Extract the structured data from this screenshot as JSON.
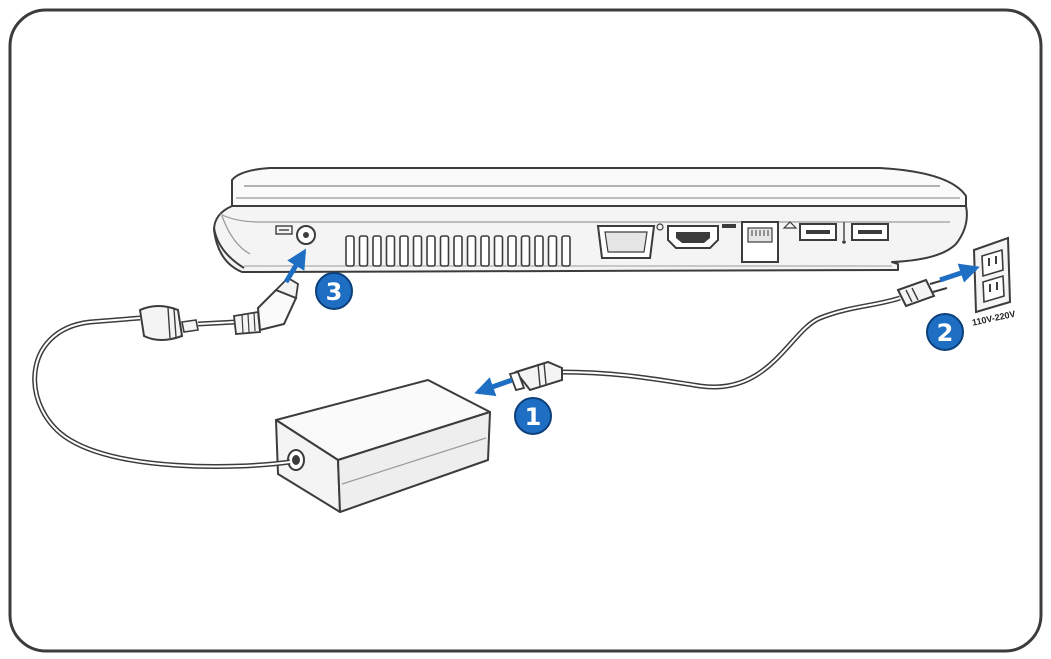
{
  "colors": {
    "line": "#3c3c3c",
    "light_line": "#9a9a9a",
    "fill_light": "#f4f4f4",
    "fill_mid": "#e6e6e6",
    "accent": "#1e6fc4",
    "accent_dark": "#0d3f7a"
  },
  "steps": [
    {
      "number": "1",
      "meaning": "plug-power-cord-into-adapter"
    },
    {
      "number": "2",
      "meaning": "plug-power-cord-into-wall-outlet"
    },
    {
      "number": "3",
      "meaning": "plug-dc-connector-into-laptop"
    }
  ],
  "outlet": {
    "voltage_label": "110V-220V"
  }
}
